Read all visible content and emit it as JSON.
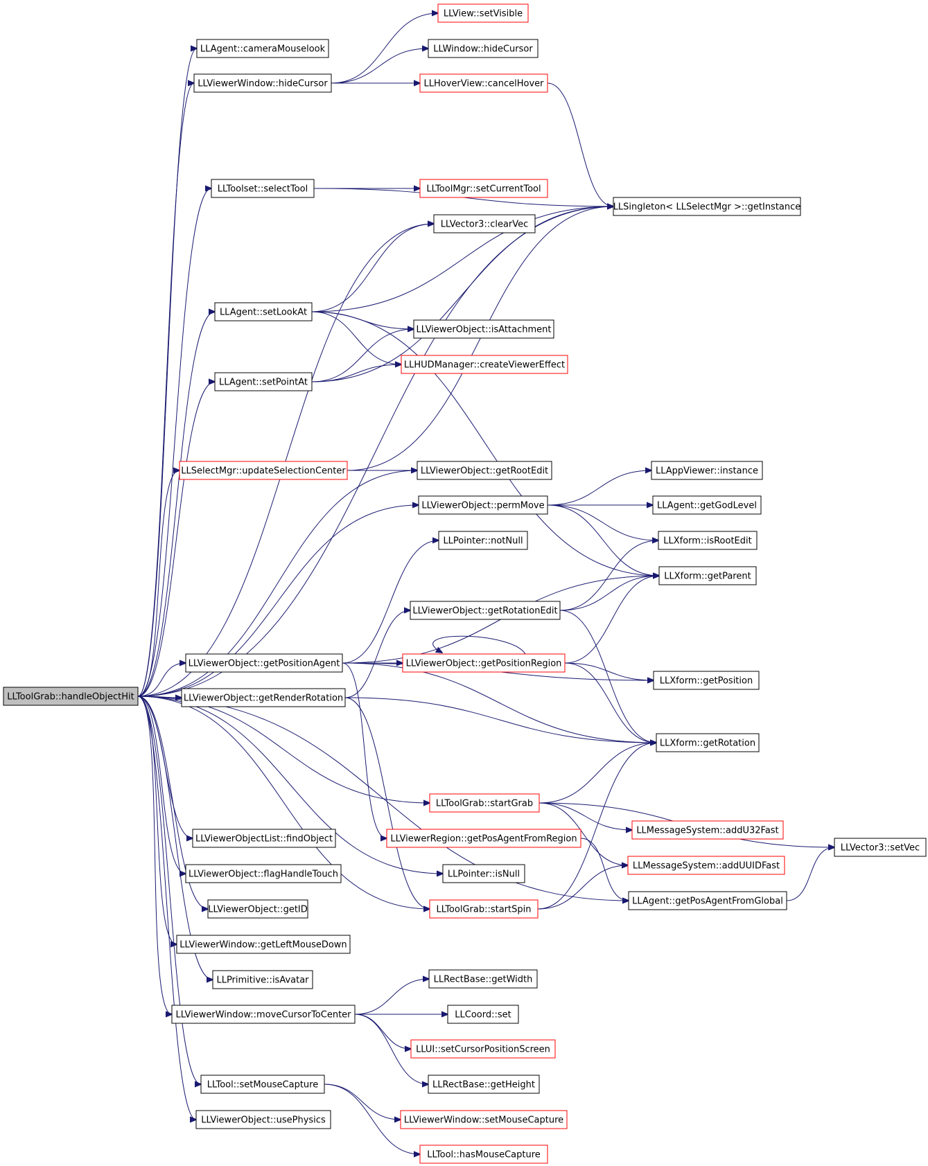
{
  "colors": {
    "edge": "#191970",
    "node_border": "#000000",
    "node_border_red": "#ff0000",
    "root_fill": "#bfbfbf",
    "background": "#ffffff"
  },
  "nodes": [
    {
      "id": "root",
      "label": "LLToolGrab::handleObjectHit",
      "style": "root"
    },
    {
      "id": "cameraMouselook",
      "label": "LLAgent::cameraMouselook",
      "style": "black"
    },
    {
      "id": "vwHideCursor",
      "label": "LLViewerWindow::hideCursor",
      "style": "black"
    },
    {
      "id": "setVisible",
      "label": "LLView::setVisible",
      "style": "red"
    },
    {
      "id": "winHideCursor",
      "label": "LLWindow::hideCursor",
      "style": "black"
    },
    {
      "id": "cancelHover",
      "label": "LLHoverView::cancelHover",
      "style": "red"
    },
    {
      "id": "selectTool",
      "label": "LLToolset::selectTool",
      "style": "black"
    },
    {
      "id": "setCurrentTool",
      "label": "LLToolMgr::setCurrentTool",
      "style": "red"
    },
    {
      "id": "getInstance",
      "label": "LLSingleton< LLSelectMgr >::getInstance",
      "style": "black"
    },
    {
      "id": "clearVec",
      "label": "LLVector3::clearVec",
      "style": "black"
    },
    {
      "id": "setLookAt",
      "label": "LLAgent::setLookAt",
      "style": "black"
    },
    {
      "id": "isAttachment",
      "label": "LLViewerObject::isAttachment",
      "style": "black"
    },
    {
      "id": "createViewerEffect",
      "label": "LLHUDManager::createViewerEffect",
      "style": "red"
    },
    {
      "id": "setPointAt",
      "label": "LLAgent::setPointAt",
      "style": "black"
    },
    {
      "id": "updateSelectionCenter",
      "label": "LLSelectMgr::updateSelectionCenter",
      "style": "red"
    },
    {
      "id": "getRootEdit",
      "label": "LLViewerObject::getRootEdit",
      "style": "black"
    },
    {
      "id": "permMove",
      "label": "LLViewerObject::permMove",
      "style": "black"
    },
    {
      "id": "appInstance",
      "label": "LLAppViewer::instance",
      "style": "black"
    },
    {
      "id": "getGodLevel",
      "label": "LLAgent::getGodLevel",
      "style": "black"
    },
    {
      "id": "isRootEdit",
      "label": "LLXform::isRootEdit",
      "style": "black"
    },
    {
      "id": "notNull",
      "label": "LLPointer::notNull",
      "style": "black"
    },
    {
      "id": "getParent",
      "label": "LLXform::getParent",
      "style": "black"
    },
    {
      "id": "getRotationEdit",
      "label": "LLViewerObject::getRotationEdit",
      "style": "black"
    },
    {
      "id": "getPositionAgent",
      "label": "LLViewerObject::getPositionAgent",
      "style": "black"
    },
    {
      "id": "getPositionRegion",
      "label": "LLViewerObject::getPositionRegion",
      "style": "red"
    },
    {
      "id": "xfGetPosition",
      "label": "LLXform::getPosition",
      "style": "black"
    },
    {
      "id": "getRenderRotation",
      "label": "LLViewerObject::getRenderRotation",
      "style": "black"
    },
    {
      "id": "xfGetRotation",
      "label": "LLXform::getRotation",
      "style": "black"
    },
    {
      "id": "startGrab",
      "label": "LLToolGrab::startGrab",
      "style": "red"
    },
    {
      "id": "addU32Fast",
      "label": "LLMessageSystem::addU32Fast",
      "style": "red"
    },
    {
      "id": "setVec",
      "label": "LLVector3::setVec",
      "style": "black"
    },
    {
      "id": "findObject",
      "label": "LLViewerObjectList::findObject",
      "style": "black"
    },
    {
      "id": "getPosAgentFromRegion",
      "label": "LLViewerRegion::getPosAgentFromRegion",
      "style": "red"
    },
    {
      "id": "addUUIDFast",
      "label": "LLMessageSystem::addUUIDFast",
      "style": "red"
    },
    {
      "id": "flagHandleTouch",
      "label": "LLViewerObject::flagHandleTouch",
      "style": "black"
    },
    {
      "id": "isNull",
      "label": "LLPointer::isNull",
      "style": "black"
    },
    {
      "id": "getPosAgentFromGlobal",
      "label": "LLAgent::getPosAgentFromGlobal",
      "style": "black"
    },
    {
      "id": "getID",
      "label": "LLViewerObject::getID",
      "style": "black"
    },
    {
      "id": "startSpin",
      "label": "LLToolGrab::startSpin",
      "style": "red"
    },
    {
      "id": "getLeftMouseDown",
      "label": "LLViewerWindow::getLeftMouseDown",
      "style": "black"
    },
    {
      "id": "isAvatar",
      "label": "LLPrimitive::isAvatar",
      "style": "black"
    },
    {
      "id": "getWidth",
      "label": "LLRectBase::getWidth",
      "style": "black"
    },
    {
      "id": "moveCursorToCenter",
      "label": "LLViewerWindow::moveCursorToCenter",
      "style": "black"
    },
    {
      "id": "coordSet",
      "label": "LLCoord::set",
      "style": "black"
    },
    {
      "id": "setCursorPositionScreen",
      "label": "LLUI::setCursorPositionScreen",
      "style": "red"
    },
    {
      "id": "toolSetMouseCapture",
      "label": "LLTool::setMouseCapture",
      "style": "black"
    },
    {
      "id": "getHeight",
      "label": "LLRectBase::getHeight",
      "style": "black"
    },
    {
      "id": "vwSetMouseCapture",
      "label": "LLViewerWindow::setMouseCapture",
      "style": "red"
    },
    {
      "id": "usePhysics",
      "label": "LLViewerObject::usePhysics",
      "style": "black"
    },
    {
      "id": "hasMouseCapture",
      "label": "LLTool::hasMouseCapture",
      "style": "red"
    }
  ],
  "edges": [
    [
      "root",
      "cameraMouselook"
    ],
    [
      "root",
      "vwHideCursor"
    ],
    [
      "root",
      "getInstance"
    ],
    [
      "root",
      "selectTool"
    ],
    [
      "root",
      "clearVec"
    ],
    [
      "root",
      "setLookAt"
    ],
    [
      "root",
      "setPointAt"
    ],
    [
      "root",
      "updateSelectionCenter"
    ],
    [
      "root",
      "getRootEdit"
    ],
    [
      "root",
      "permMove"
    ],
    [
      "root",
      "getPositionAgent"
    ],
    [
      "root",
      "getRenderRotation"
    ],
    [
      "root",
      "startGrab"
    ],
    [
      "root",
      "findObject"
    ],
    [
      "root",
      "flagHandleTouch"
    ],
    [
      "root",
      "getID"
    ],
    [
      "root",
      "getLeftMouseDown"
    ],
    [
      "root",
      "isAvatar"
    ],
    [
      "root",
      "moveCursorToCenter"
    ],
    [
      "root",
      "toolSetMouseCapture"
    ],
    [
      "root",
      "usePhysics"
    ],
    [
      "root",
      "isNull"
    ],
    [
      "root",
      "startSpin"
    ],
    [
      "root",
      "getPosAgentFromGlobal"
    ],
    [
      "vwHideCursor",
      "setVisible"
    ],
    [
      "vwHideCursor",
      "winHideCursor"
    ],
    [
      "vwHideCursor",
      "cancelHover"
    ],
    [
      "cancelHover",
      "getInstance"
    ],
    [
      "selectTool",
      "setCurrentTool"
    ],
    [
      "selectTool",
      "getInstance"
    ],
    [
      "setLookAt",
      "clearVec"
    ],
    [
      "setLookAt",
      "getInstance"
    ],
    [
      "setLookAt",
      "isAttachment"
    ],
    [
      "setLookAt",
      "createViewerEffect"
    ],
    [
      "setLookAt",
      "getParent"
    ],
    [
      "setPointAt",
      "isAttachment"
    ],
    [
      "setPointAt",
      "createViewerEffect"
    ],
    [
      "setPointAt",
      "getInstance"
    ],
    [
      "updateSelectionCenter",
      "getRootEdit"
    ],
    [
      "updateSelectionCenter",
      "getInstance"
    ],
    [
      "permMove",
      "appInstance"
    ],
    [
      "permMove",
      "getGodLevel"
    ],
    [
      "permMove",
      "isRootEdit"
    ],
    [
      "permMove",
      "getParent"
    ],
    [
      "getPositionAgent",
      "notNull"
    ],
    [
      "getPositionAgent",
      "getParent"
    ],
    [
      "getPositionAgent",
      "getPositionRegion"
    ],
    [
      "getPositionAgent",
      "xfGetPosition"
    ],
    [
      "getPositionAgent",
      "xfGetRotation"
    ],
    [
      "getPositionAgent",
      "getPosAgentFromRegion"
    ],
    [
      "getRotationEdit",
      "isRootEdit"
    ],
    [
      "getRotationEdit",
      "getParent"
    ],
    [
      "getRotationEdit",
      "xfGetRotation"
    ],
    [
      "getPositionRegion",
      "getPositionRegion"
    ],
    [
      "getPositionRegion",
      "getParent"
    ],
    [
      "getPositionRegion",
      "xfGetPosition"
    ],
    [
      "getPositionRegion",
      "xfGetRotation"
    ],
    [
      "getRenderRotation",
      "getRotationEdit"
    ],
    [
      "getRenderRotation",
      "xfGetRotation"
    ],
    [
      "getRenderRotation",
      "startSpin"
    ],
    [
      "startGrab",
      "xfGetRotation"
    ],
    [
      "startGrab",
      "addU32Fast"
    ],
    [
      "startGrab",
      "addUUIDFast"
    ],
    [
      "startGrab",
      "setVec"
    ],
    [
      "getPosAgentFromRegion",
      "getPosAgentFromGlobal"
    ],
    [
      "startSpin",
      "xfGetRotation"
    ],
    [
      "startSpin",
      "addUUIDFast"
    ],
    [
      "getPosAgentFromGlobal",
      "setVec"
    ],
    [
      "moveCursorToCenter",
      "getWidth"
    ],
    [
      "moveCursorToCenter",
      "coordSet"
    ],
    [
      "moveCursorToCenter",
      "setCursorPositionScreen"
    ],
    [
      "moveCursorToCenter",
      "getHeight"
    ],
    [
      "toolSetMouseCapture",
      "vwSetMouseCapture"
    ],
    [
      "toolSetMouseCapture",
      "hasMouseCapture"
    ]
  ]
}
